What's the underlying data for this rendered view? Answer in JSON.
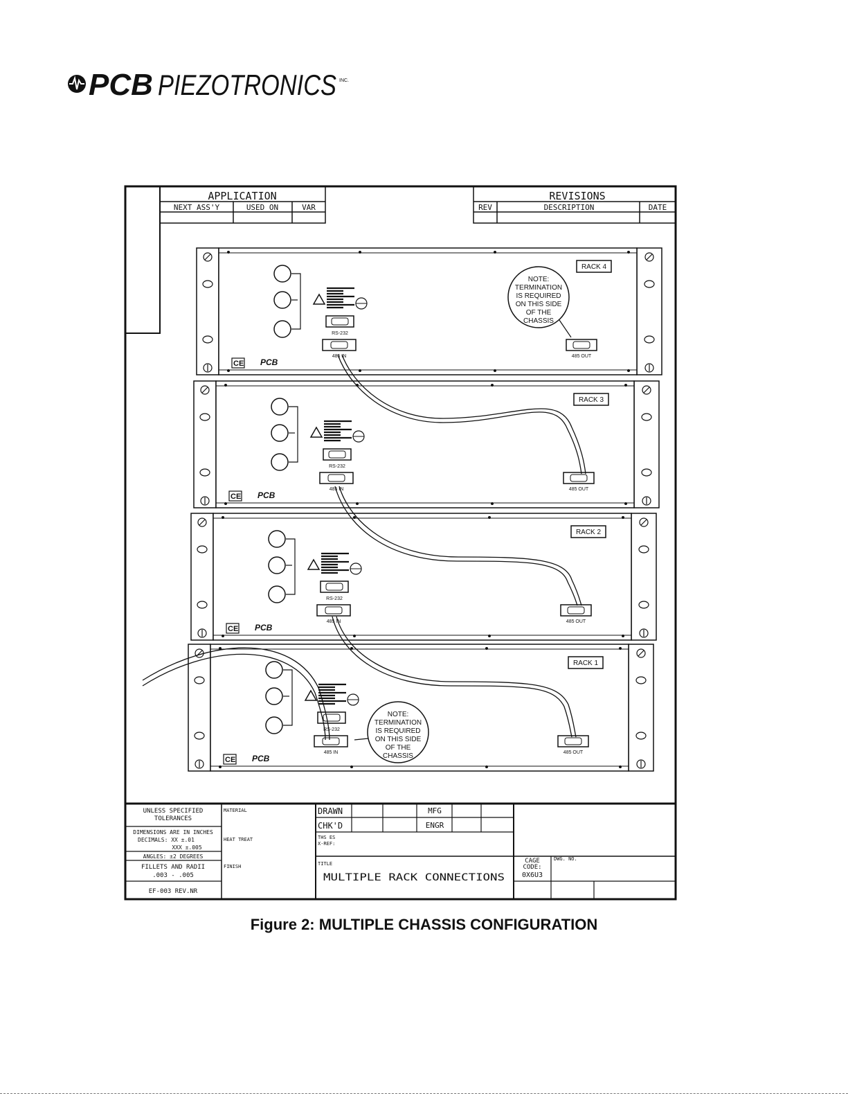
{
  "logo": {
    "brand": "PCB",
    "name": "PIEZOTRONICS",
    "suffix": "INC."
  },
  "application": {
    "title": "APPLICATION",
    "columns": [
      "NEXT ASS'Y",
      "USED ON",
      "VAR"
    ]
  },
  "revisions": {
    "title": "REVISIONS",
    "columns": [
      "REV",
      "DESCRIPTION",
      "DATE"
    ]
  },
  "racks": [
    {
      "label": "RACK 4",
      "in_label": "485 IN",
      "out_label": "485 OUT",
      "rs_label": "RS-232"
    },
    {
      "label": "RACK 3",
      "in_label": "485 IN",
      "out_label": "485 OUT",
      "rs_label": "RS-232"
    },
    {
      "label": "RACK 2",
      "in_label": "485 IN",
      "out_label": "485 OUT",
      "rs_label": "RS-232"
    },
    {
      "label": "RACK 1",
      "in_label": "485 IN",
      "out_label": "485 OUT",
      "rs_label": "RS-232"
    }
  ],
  "panel_brand": "PCB",
  "panel_ce": "CE",
  "notes": {
    "top": [
      "NOTE:",
      "TERMINATION",
      "IS REQUIRED",
      "ON THIS SIDE",
      "OF THE",
      "CHASSIS"
    ],
    "bottom": [
      "NOTE:",
      "TERMINATION",
      "IS REQUIRED",
      "ON THIS SIDE",
      "OF THE",
      "CHASSIS"
    ]
  },
  "title_block": {
    "tolerances": [
      "UNLESS SPECIFIED",
      "TOLERANCES"
    ],
    "dimensions": [
      "DIMENSIONS ARE IN INCHES",
      "DECIMALS: XX ±.01",
      "XXX ±.005"
    ],
    "angles": "ANGLES: ±2 DEGREES",
    "fillets": [
      "FILLETS AND RADII",
      ".003 - .005"
    ],
    "form": "EF-003 REV.NR",
    "material": "MATERIAL",
    "heat_treat": "HEAT TREAT",
    "finish": "FINISH",
    "drawn": "DRAWN",
    "mfg": "MFG",
    "chkd": "CHK'D",
    "engr": "ENGR",
    "ths_es": "THS ES",
    "xref": "X-REF:",
    "title_label": "TITLE",
    "title": "MULTIPLE RACK CONNECTIONS",
    "cage_code_label": [
      "CAGE",
      "CODE:"
    ],
    "cage_code": "0X6U3",
    "dwg_no": "DWG. NO."
  },
  "caption": "Figure 2: MULTIPLE CHASSIS CONFIGURATION"
}
